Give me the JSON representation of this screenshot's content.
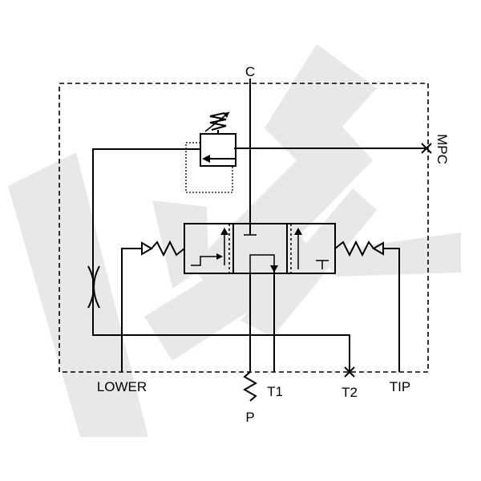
{
  "ports": {
    "c": "C",
    "mpc": "MPC",
    "lower": "LOWER",
    "p": "P",
    "t1": "T1",
    "t2": "T2",
    "tip": "TIP"
  },
  "colors": {
    "line": "#000000",
    "watermark": "#e8e8e8",
    "background": "#ffffff"
  },
  "icons": {
    "watermark": "wk-logo-watermark",
    "relief_valve": "pressure-relief-valve-icon",
    "spool_valve": "directional-spool-valve-icon",
    "throttle": "orifice-restrictor-icon",
    "plug": "plugged-port-icon"
  }
}
